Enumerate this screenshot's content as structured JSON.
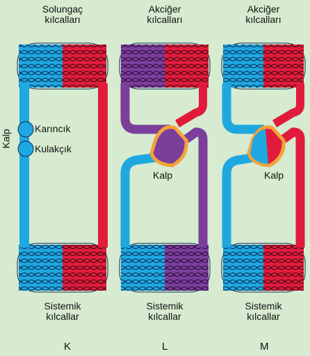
{
  "colors": {
    "background": "#d6ebcf",
    "oxygen_poor": "#1fa8e0",
    "oxygen_rich": "#e21b3c",
    "mixed": "#7b3f9b",
    "heart_outline": "#f4a23a"
  },
  "panels": [
    {
      "top_label": [
        "Solungaç",
        "kılcalları"
      ],
      "bottom_label": [
        "Sistemik",
        "kılcallar"
      ],
      "letter": "K",
      "heart_label": "Kalp",
      "chamber_labels": [
        "Karıncık",
        "Kulakçık"
      ]
    },
    {
      "top_label": [
        "Akciğer",
        "kılcalları"
      ],
      "bottom_label": [
        "Sistemik",
        "kılcallar"
      ],
      "letter": "L",
      "heart_label": "Kalp"
    },
    {
      "top_label": [
        "Akciğer",
        "kılcalları"
      ],
      "bottom_label": [
        "Sistemik",
        "kılcallar"
      ],
      "letter": "M",
      "heart_label": "Kalp"
    }
  ]
}
